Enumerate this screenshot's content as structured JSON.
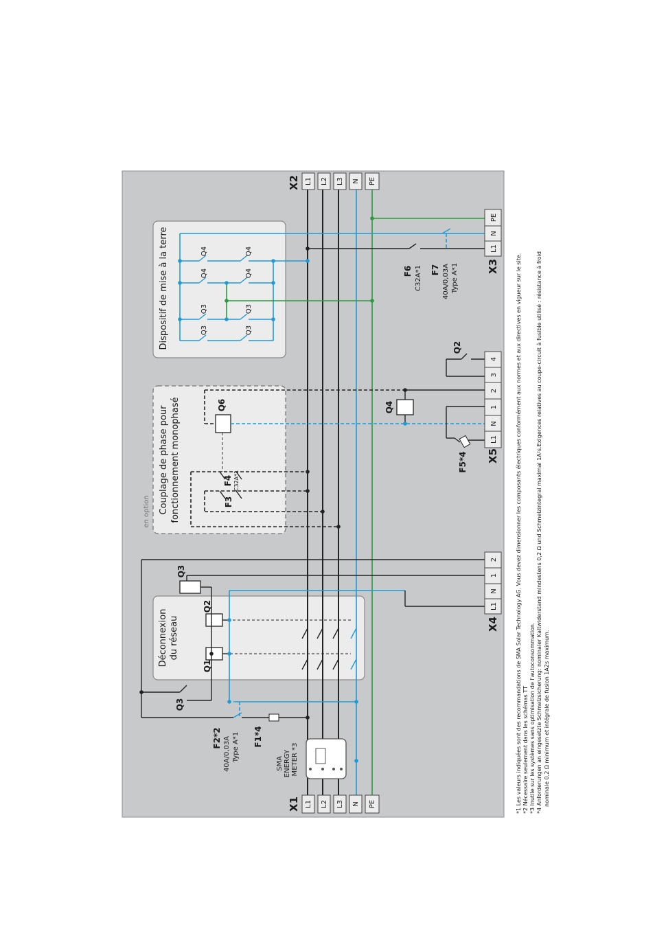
{
  "terminals": {
    "x1": {
      "label": "X1",
      "pins": [
        "L1",
        "L2",
        "L3",
        "N",
        "PE"
      ]
    },
    "x2": {
      "label": "X2",
      "pins": [
        "L1",
        "L2",
        "L3",
        "N",
        "PE"
      ]
    },
    "x3": {
      "label": "X3",
      "pins": [
        "L1",
        "N",
        "PE"
      ]
    },
    "x4": {
      "label": "X4",
      "pins": [
        "L1",
        "N",
        "1",
        "2"
      ]
    },
    "x5": {
      "label": "X5",
      "pins": [
        "L1",
        "N",
        "1",
        "2",
        "3",
        "4"
      ]
    }
  },
  "meter": {
    "line1": "SMA",
    "line2": "ENERGY",
    "line3": "METER *3"
  },
  "fuses": {
    "f1": "F1*4",
    "f2": {
      "name": "F2*2",
      "rating": "40A/0,03A",
      "type": "Type A*1"
    },
    "f3": "F3",
    "f4": {
      "name": "F4",
      "rating": "C32A*1"
    },
    "f5": "F5*4",
    "f6": {
      "name": "F6",
      "rating": "C32A*1"
    },
    "f7": {
      "name": "F7",
      "rating": "40A/0,03A",
      "type": "Type A*1"
    }
  },
  "contacts": {
    "q1": "Q1",
    "q2": "Q2",
    "q3": "Q3",
    "q4": "Q4",
    "q6": "Q6"
  },
  "boxes": {
    "grid_disconnect": {
      "line1": "Déconnexion",
      "line2": "du réseau"
    },
    "phase_coupling": {
      "option": "en option",
      "line1": "Couplage de phase pour",
      "line2": "fonctionnement monophasé"
    },
    "grounding": {
      "title": "Dispositif de mise à la terre"
    }
  },
  "footnotes": [
    "*1 Les valeurs indiquées sont des recommandations de SMA Solar Technology AG. Vous devez dimensionner les composants électriques conformément aux normes et aux directives en vigueur sur le site.",
    "*2 Nécessaire seulement dans les schémas TT",
    "*3 Inutile sur les systèmes sans optimisation de l'autoconsommation.",
    "*4 Anforderungen an eingesetzte Schmelzsicherung: nominaler Kaltwiderstand mindestens 0,2 Ω und Schmelzintegral maximal 1A²s.Exigences relatives au coupe-circuit à fusible utilisé : résistance à froid",
    "nominale 0,2 Ω minimum et intégrale de fusion 1A2s maximum."
  ],
  "colors": {
    "phase": "#222222",
    "neutral": "#1e9ad6",
    "pe": "#2a9a3c",
    "panel": "#c8c9cb"
  }
}
